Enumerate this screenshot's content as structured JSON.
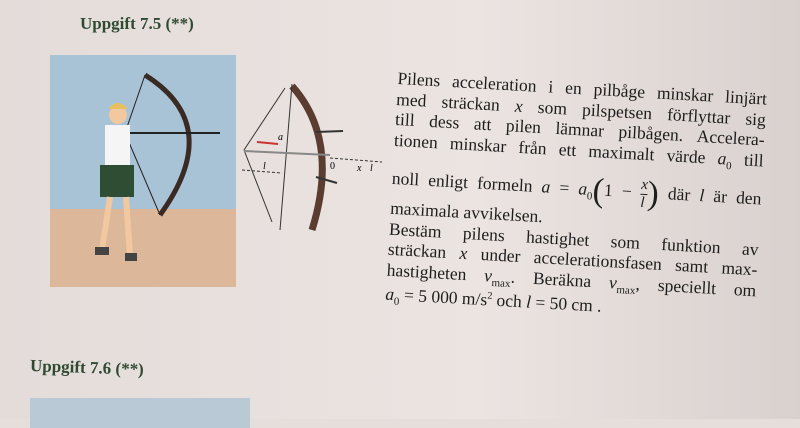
{
  "heading1": "Uppgift 7.5 (**)",
  "heading2": "Uppgift 7.6 (**)",
  "diagram": {
    "a": "a",
    "l": "l",
    "zero": "0",
    "x": "x",
    "l2": "l"
  },
  "text": {
    "l1": "Pilens acceleration i en pilbåge minskar linjärt",
    "l2a": "med sträckan ",
    "l2x": "x",
    "l2b": " som pilspetsen förflyttar sig",
    "l3": "till dess att pilen lämnar pilbågen. Accelera-",
    "l4a": "tionen minskar från ett maximalt värde ",
    "a0": "a",
    "sub0": "0",
    "l4b": " till",
    "l5a": "noll enligt formeln ",
    "eq_a": "a",
    "eq_eq": " = ",
    "eq_a0": "a",
    "eq_one": "1 − ",
    "frac_num": "x",
    "frac_den": "l",
    "l5b": " där ",
    "l5l": "l",
    "l5c": " är den",
    "l6": "maximala avvikelsen.",
    "l7": "Bestäm pilens hastighet som funktion av",
    "l8a": "sträckan ",
    "l8x": "x",
    "l8b": " under accelerationsfasen samt max-",
    "l9a": "hastigheten ",
    "v": "v",
    "max": "max",
    "l9b": ". Beräkna ",
    "l9c": ", speciellt om",
    "l10a": " = 5 000 m/s",
    "sq": "2",
    "l10b": " och ",
    "l10l": "l",
    "l10c": " = 50 cm ."
  }
}
